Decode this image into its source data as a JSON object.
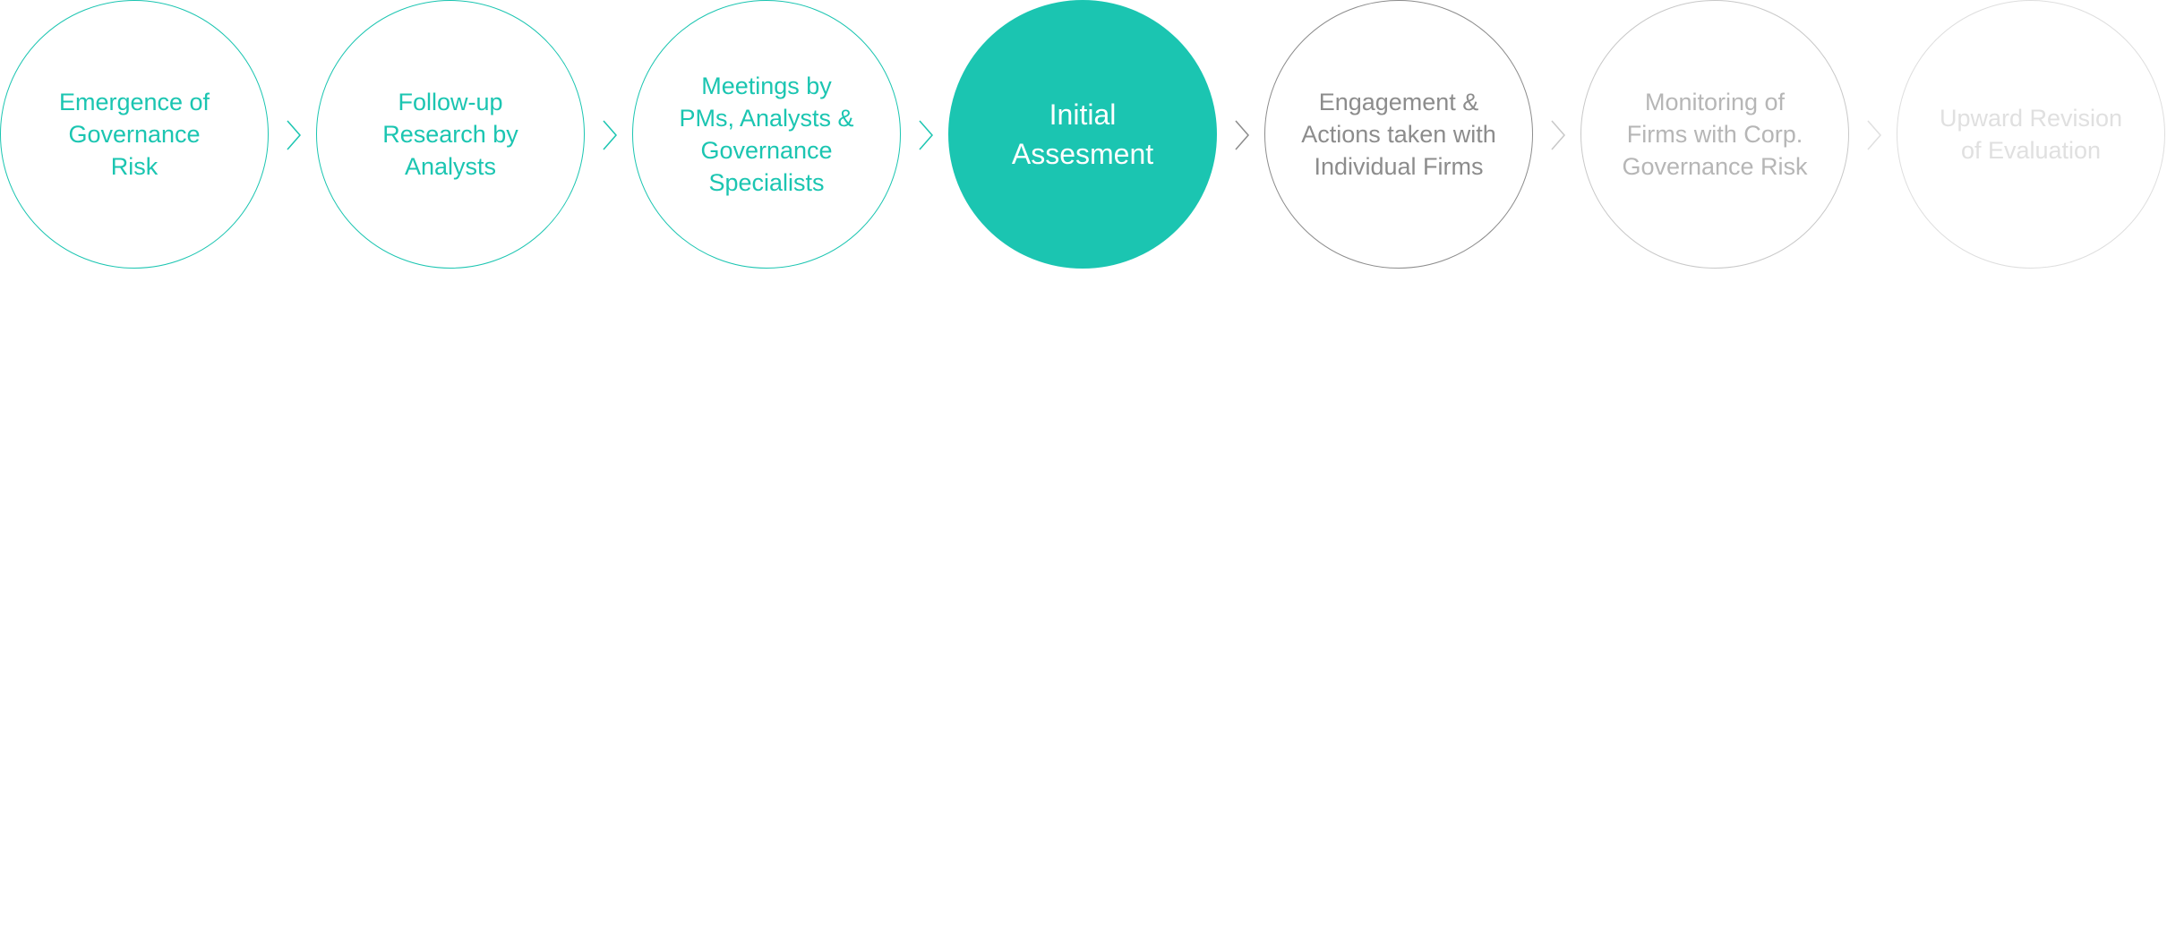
{
  "process": {
    "steps": [
      {
        "label": "Emergence of\nGovernance\nRisk",
        "state": "completed"
      },
      {
        "label": "Follow-up\nResearch by\nAnalysts",
        "state": "completed"
      },
      {
        "label": "Meetings by\nPMs, Analysts &\nGovernance\nSpecialists",
        "state": "completed"
      },
      {
        "label": "Initial\nAssesment",
        "state": "current"
      },
      {
        "label": "Engagement &\nActions taken with\nIndividual Firms",
        "state": "upcoming"
      },
      {
        "label": "Monitoring of\nFirms with Corp.\nGovernance Risk",
        "state": "upcoming"
      },
      {
        "label": "Upward Revision\nof Evaluation",
        "state": "upcoming"
      }
    ]
  },
  "colors": {
    "accent": "#1bc5b1",
    "upcoming_near": "#8c8c8c",
    "upcoming_mid": "#c8c8c8",
    "upcoming_far": "#dedede",
    "current_text": "#ffffff"
  },
  "icons": {
    "connector": "chevron-right-icon"
  }
}
